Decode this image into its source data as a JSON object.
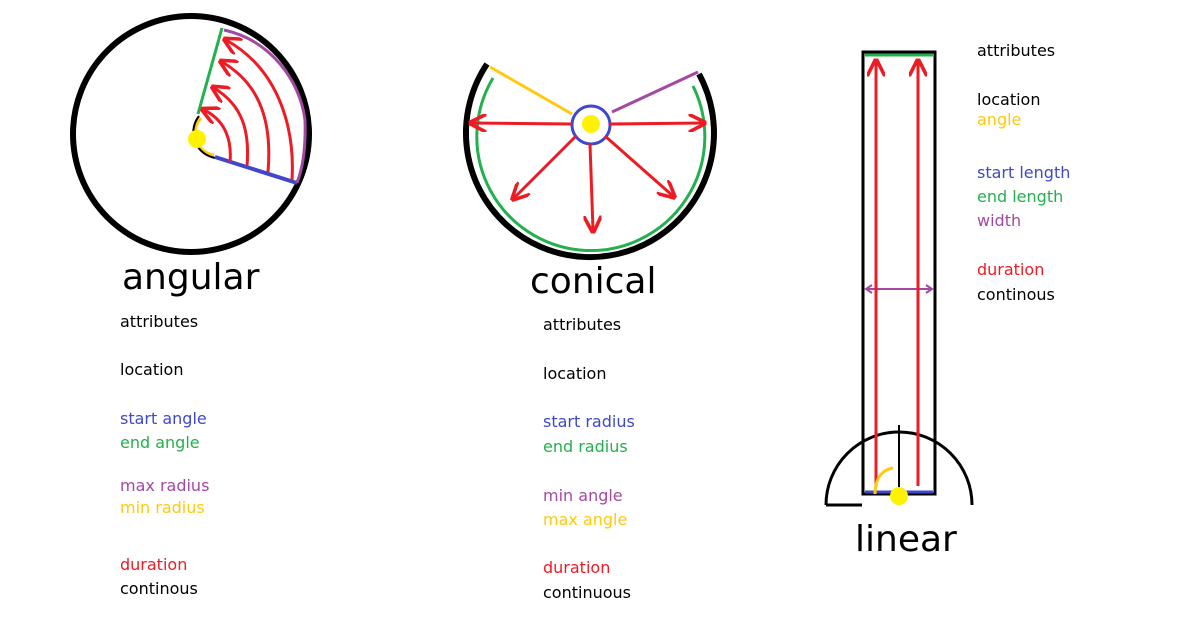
{
  "colors": {
    "black": "#000000",
    "blue": "#3f48cc",
    "green": "#22b14c",
    "purple": "#a349a4",
    "orange": "#ffc90e",
    "red": "#ed1c24",
    "yellow": "#fff200"
  },
  "angular": {
    "title": "angular",
    "attributes": "attributes",
    "location": "location",
    "start_angle": "start angle",
    "end_angle": "end angle",
    "max_radius": "max radius",
    "min_radius": "min radius",
    "duration": "duration",
    "continuous": "continous"
  },
  "conical": {
    "title": "conical",
    "attributes": "attributes",
    "location": "location",
    "start_radius": "start radius",
    "end_radius": "end radius",
    "min_angle": "min angle",
    "max_angle": "max angle",
    "duration": "duration",
    "continuous": "continuous"
  },
  "linear": {
    "title": "linear",
    "attributes": "attributes",
    "location": "location",
    "angle": "angle",
    "start_length": "start length",
    "end_length": "end length",
    "width": "width",
    "duration": "duration",
    "continuous": "continous"
  }
}
